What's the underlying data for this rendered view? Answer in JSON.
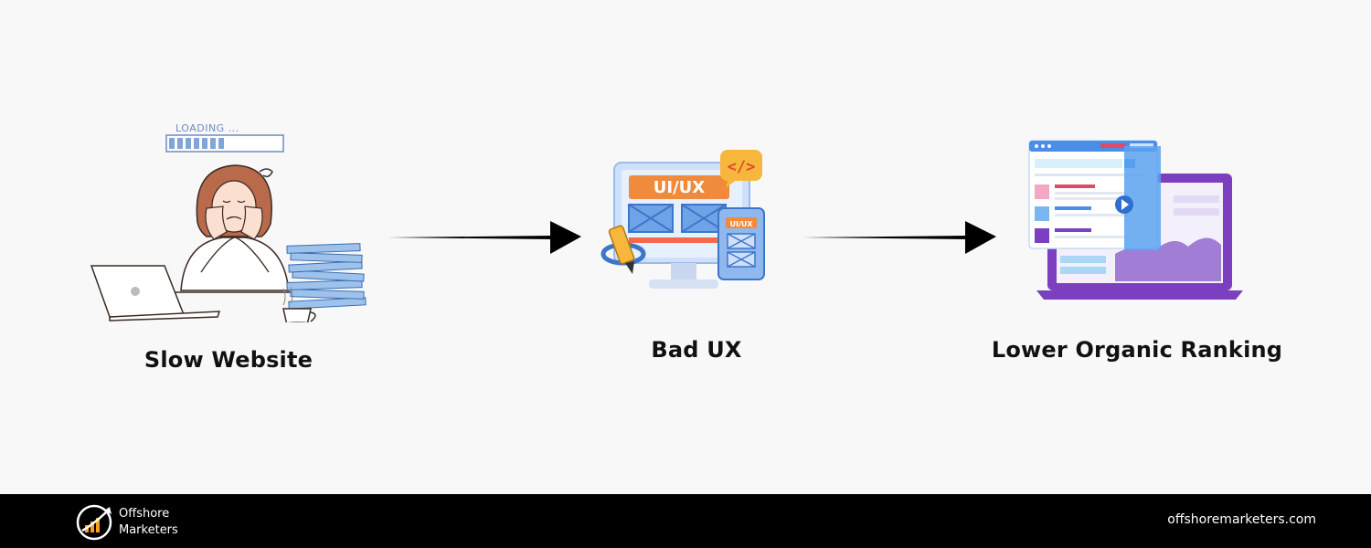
{
  "steps": [
    {
      "label": "Slow Website",
      "icon": "frustrated-woman-laptop-icon",
      "loading_text": "LOADING ..."
    },
    {
      "label": "Bad UX",
      "icon": "ui-ux-design-icon",
      "tag_main": "UI/UX",
      "tag_small": "UI/UX",
      "code_badge": "</>"
    },
    {
      "label": "Lower Organic Ranking",
      "icon": "search-results-laptop-icon"
    }
  ],
  "footer": {
    "brand_line1": "Offshore",
    "brand_line2": "Marketers",
    "website": "offshoremarketers.com"
  },
  "colors": {
    "background": "#f8f8f8",
    "footer": "#000000",
    "arrow": "#000000",
    "ui_blue": "#6fa3e8",
    "ui_orange": "#f08a3c",
    "purple": "#7b3fc0"
  }
}
